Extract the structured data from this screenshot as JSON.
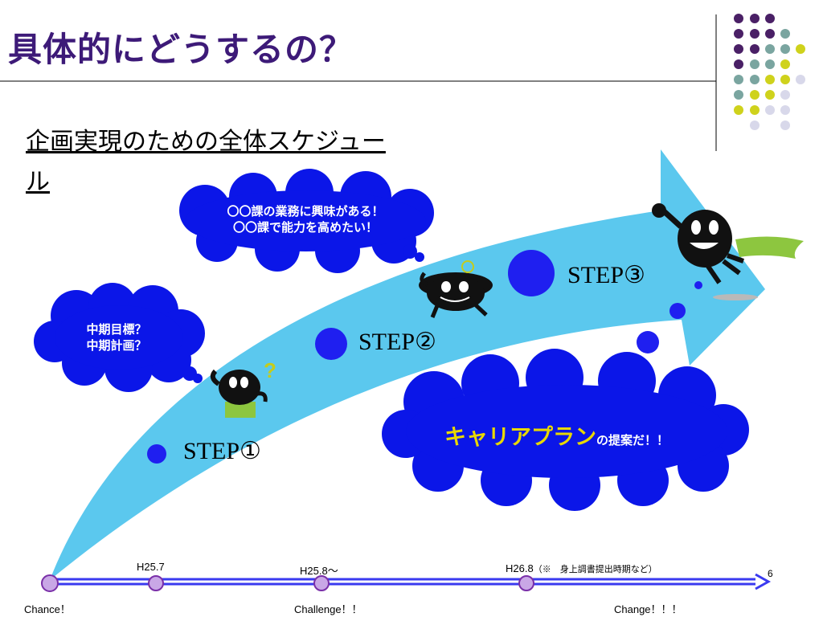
{
  "slide": {
    "title": "具体的にどうするの？",
    "subtitle_line1": "企画実現のための全体スケジュー",
    "subtitle_line2": "ル",
    "page_number": "6"
  },
  "bubbles": {
    "left_line1": "中期目標？",
    "left_line2": "中期計画？",
    "top_line1": "〇〇課の業務に興味がある！",
    "top_line2": "〇〇課で能力を高めたい！",
    "career_main": "キャリアプラン",
    "career_rest": "の提案だ！！"
  },
  "steps": [
    "STEP①",
    "STEP②",
    "STEP③"
  ],
  "timeline": {
    "marks": [
      "H25.7",
      "H25.8～",
      "H26.8"
    ],
    "note": "（※　身上調書提出時期など）",
    "bottom": [
      "Chance！",
      "Challenge！！",
      "Change！！！"
    ]
  },
  "colors": {
    "title": "#3d1a78",
    "arrow": "#5bc8ee",
    "cloud": "#0b16e8",
    "dot": "#1f1ff0",
    "career_text": "#e8d800",
    "timeline": "#3a3af0",
    "timeline_node": "#c9a7e6"
  }
}
